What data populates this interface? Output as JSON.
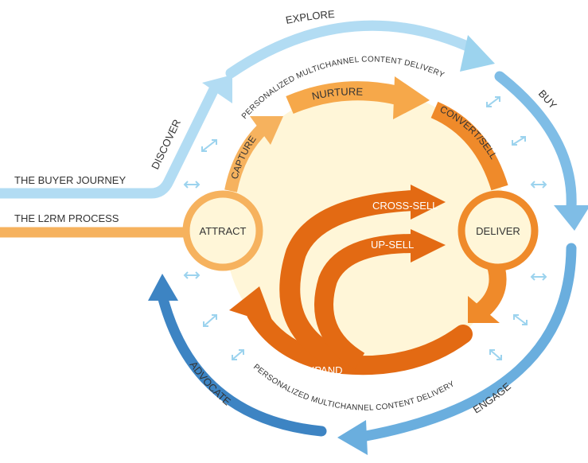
{
  "labels": {
    "buyer_journey": "THE BUYER JOURNEY",
    "l2rm_process": "THE L2RM PROCESS",
    "discover": "DISCOVER",
    "explore": "EXPLORE",
    "buy": "BUY",
    "engage": "ENGAGE",
    "advocate": "ADVOCATE",
    "attract": "ATTRACT",
    "deliver": "DELIVER",
    "capture": "CAPTURE",
    "nurture": "NURTURE",
    "convert_sell": "CONVERT/SELL",
    "cross_sell": "CROSS-SELL",
    "up_sell": "UP-SELL",
    "expand": "EXPAND",
    "pmcd_top": "PERSONALIZED MULTICHANNEL CONTENT DELIVERY",
    "pmcd_bottom": "PERSONALIZED MULTICHANNEL CONTENT DELIVERY"
  },
  "colors": {
    "light_blue": "#b2dcf3",
    "mid_blue": "#7fbde6",
    "dark_blue": "#3d84c3",
    "light_orange": "#f6b25e",
    "orange": "#ef8a2a",
    "dark_orange": "#e36a13",
    "fill": "#fff6d8",
    "arrow_blue": "#9cd3ee"
  }
}
